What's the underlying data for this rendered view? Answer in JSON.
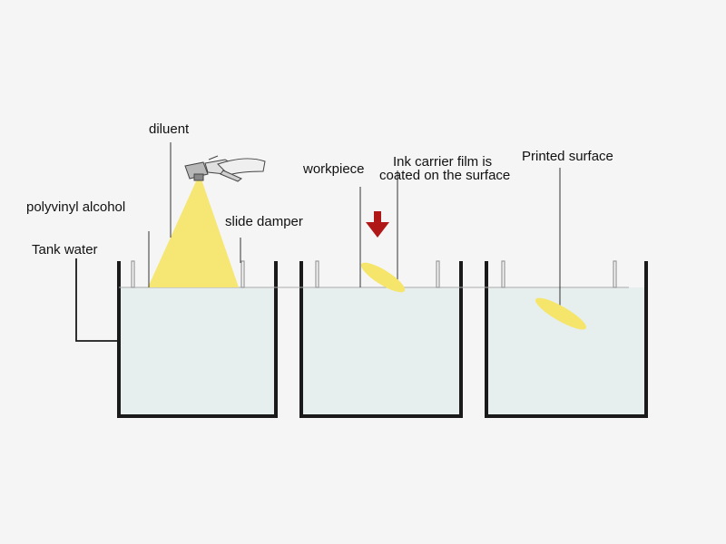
{
  "labels": {
    "diluent": "diluent",
    "polyvinyl_alcohol": "polyvinyl alcohol",
    "slide_damper": "slide damper",
    "tank_water": "Tank water",
    "workpiece": "workpiece",
    "ink_film_line1": "Ink carrier film is",
    "ink_film_line2": "coated on the surface",
    "printed_surface": "Printed surface"
  },
  "colors": {
    "water": "#e6eeee",
    "tank_wall": "#1a1a1a",
    "spray": "#f6e56b",
    "workpiece": "#f6e56b",
    "arrow": "#b01818",
    "leader_line": "#333333",
    "damper": "#999999"
  },
  "icons": [
    "spray-gun-icon",
    "down-arrow-icon"
  ]
}
